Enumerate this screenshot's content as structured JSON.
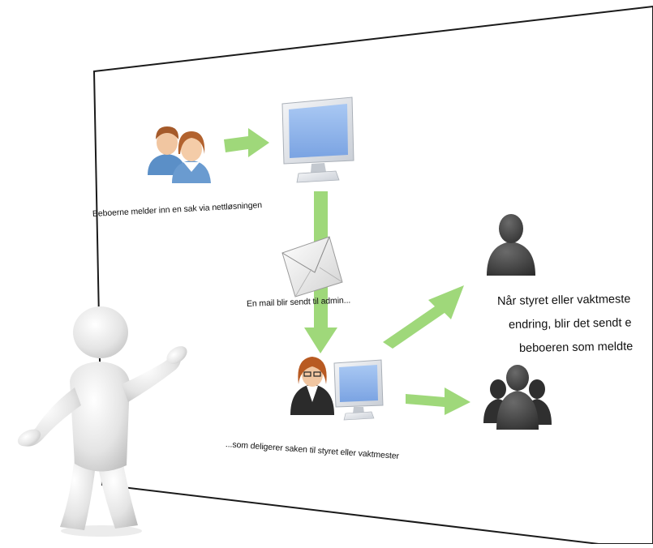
{
  "diagram": {
    "labels": {
      "residents_report": "Beboerne melder inn en sak via nettløsningen",
      "mail_to_admin": "En mail blir sendt til admin...",
      "delegates": "...som deligerer saken til styret eller vaktmester",
      "notify_line1": "Når styret eller vaktmeste",
      "notify_line2": "endring, blir det sendt e",
      "notify_line3": "beboeren som meldte"
    },
    "colors": {
      "arrow": "#9fd87a",
      "monitor_bezel": "#dfe3e8",
      "monitor_screen": "#8fb4ec",
      "silhouette": "#3a3a3a",
      "resident_shirt": "#5b8fc7",
      "resident_hair": "#a55a2a",
      "screen_border": "#111111"
    },
    "icons": {
      "residents": "residents-icon",
      "computer": "computer-monitor-icon",
      "mail": "envelope-icon",
      "admin": "admin-woman-icon",
      "admin_computer": "computer-monitor-icon",
      "single_person": "person-silhouette-icon",
      "group": "group-silhouette-icon",
      "presenter": "3d-presenter-figure-icon"
    }
  }
}
